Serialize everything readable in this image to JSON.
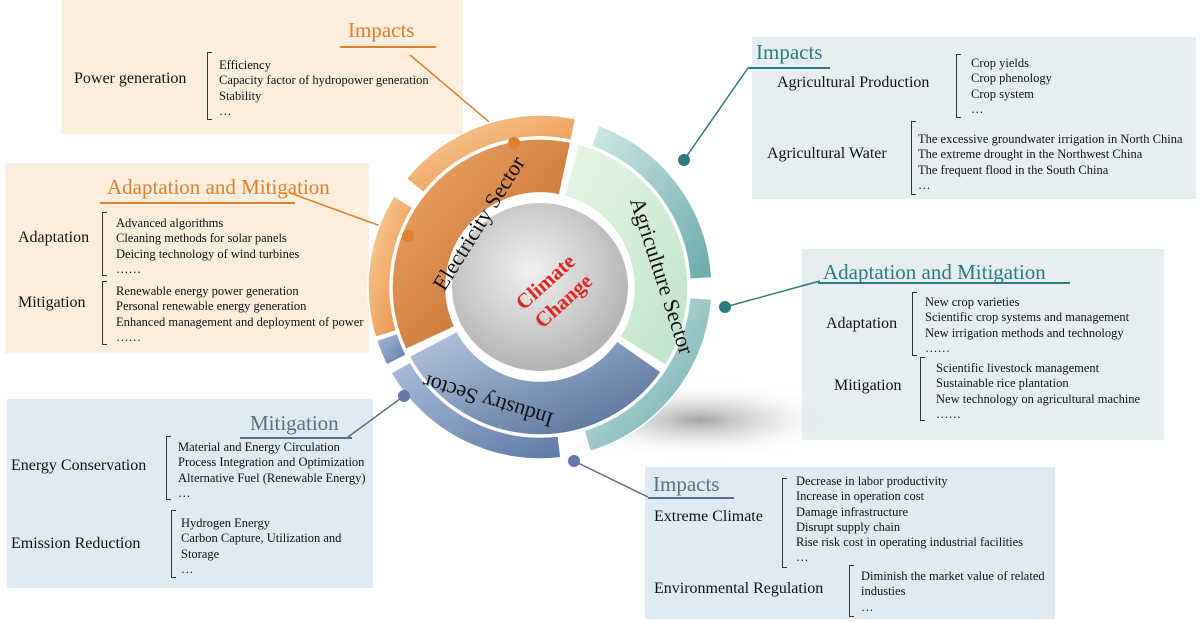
{
  "center": {
    "line1": "Climate",
    "line2": "Change",
    "color": "#e3261e"
  },
  "sectors": {
    "electricity": "Electricity Sector",
    "agriculture": "Agriculture Sector",
    "industry": "Industry Sector"
  },
  "electricity_impacts": {
    "title": "Impacts",
    "label": "Power generation",
    "items": [
      "Efficiency",
      "Capacity factor of hydropower generation",
      "Stability",
      "…"
    ]
  },
  "electricity_adaptation": {
    "title": "Adaptation and Mitigation",
    "adaptation": {
      "label": "Adaptation",
      "items": [
        "Advanced algorithms",
        "Cleaning methods for solar panels",
        "Deicing technology of wind turbines",
        "……"
      ]
    },
    "mitigation": {
      "label": "Mitigation",
      "items": [
        "Renewable energy power generation",
        "Personal renewable energy generation",
        "Enhanced management and deployment of power",
        "……"
      ]
    }
  },
  "agriculture_impacts": {
    "title": "Impacts",
    "production": {
      "label": "Agricultural  Production",
      "items": [
        "Crop yields",
        "Crop phenology",
        "Crop system",
        "…"
      ]
    },
    "water": {
      "label": "Agricultural  Water",
      "items": [
        "The excessive groundwater irrigation in North China",
        "The extreme drought in the Northwest China",
        "The frequent flood in the South China",
        "…"
      ]
    }
  },
  "agriculture_adaptation": {
    "title": "Adaptation and Mitigation",
    "adaptation": {
      "label": "Adaptation",
      "items": [
        "New crop varieties",
        "Scientific crop systems and management",
        "New irrigation methods and technology",
        "……"
      ]
    },
    "mitigation": {
      "label": "Mitigation",
      "items": [
        "Scientific livestock management",
        "Sustainable rice plantation",
        "New technology on agricultural machine",
        "……"
      ]
    }
  },
  "industry_mitigation": {
    "title": "Mitigation",
    "conservation": {
      "label": "Energy  Conservation",
      "items": [
        "Material and Energy Circulation",
        "Process Integration and Optimization",
        "Alternative Fuel (Renewable Energy)",
        "…"
      ]
    },
    "reduction": {
      "label": "Emission Reduction",
      "items": [
        "Hydrogen Energy",
        "Carbon Capture, Utilization and",
        "Storage",
        "…"
      ]
    }
  },
  "industry_impacts": {
    "title": "Impacts",
    "extreme": {
      "label": "Extreme Climate",
      "items": [
        "Decrease in labor productivity",
        "Increase  in operation cost",
        "Damage  infrastructure",
        "Disrupt supply chain",
        "Rise risk cost in operating industrial facilities",
        "…"
      ]
    },
    "regulation": {
      "label": "Environmental Regulation",
      "items": [
        "Diminish the market value of related",
        "industies",
        "…"
      ]
    }
  }
}
